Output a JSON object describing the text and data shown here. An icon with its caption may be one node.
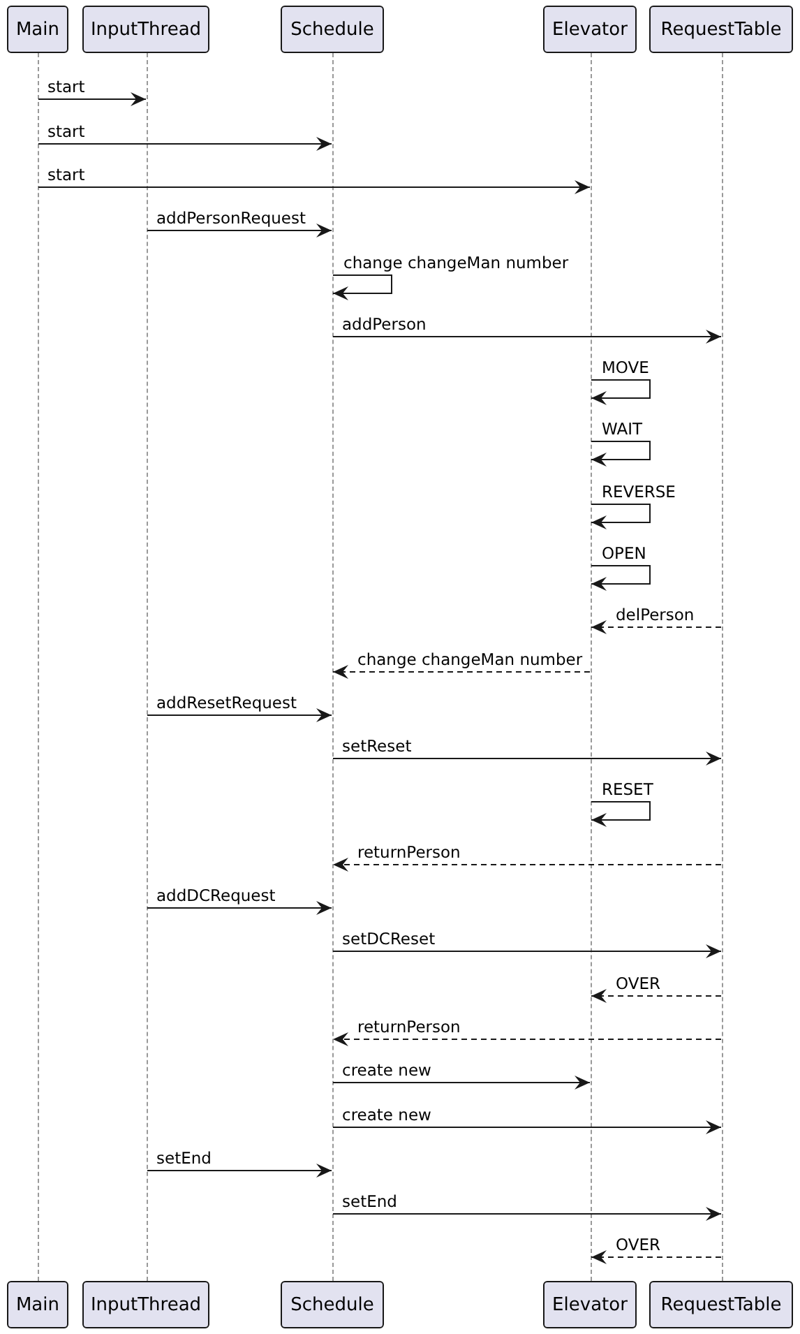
{
  "diagram": {
    "nodes": [
      {
        "text": [
          "Main"
        ]
      },
      {
        "text": [
          "InputThread"
        ]
      },
      {
        "text": [
          "Schedule"
        ]
      },
      {
        "text": [
          "Elevator"
        ]
      },
      {
        "text": [
          "RequestTable"
        ]
      },
      {
        "text": [],
        "shape": "line"
      },
      {
        "text": [],
        "shape": "line"
      },
      {
        "text": [],
        "shape": "line"
      },
      {
        "text": [],
        "shape": "line"
      },
      {
        "text": [],
        "shape": "line"
      },
      {
        "text": [
          "Main"
        ]
      },
      {
        "text": [
          "InputThread"
        ]
      },
      {
        "text": [
          "Schedule"
        ]
      },
      {
        "text": [
          "Elevator"
        ]
      },
      {
        "text": [
          "RequestTable"
        ]
      }
    ],
    "edges": [
      {
        "from": 5,
        "to": 6,
        "arrow": "to",
        "label": "start"
      },
      {
        "from": 5,
        "to": 7,
        "arrow": "to",
        "label": "start"
      },
      {
        "from": 5,
        "to": 8,
        "arrow": "to",
        "label": "start"
      },
      {
        "from": 6,
        "to": 7,
        "arrow": "to",
        "label": "addPersonRequest"
      },
      {
        "from": 7,
        "to": 7,
        "arrow": "to",
        "label": "change changeMan number"
      },
      {
        "from": 7,
        "to": 9,
        "arrow": "to",
        "label": "addPerson"
      },
      {
        "from": 8,
        "to": 8,
        "arrow": "to",
        "label": "MOVE"
      },
      {
        "from": 8,
        "to": 8,
        "arrow": "to",
        "label": "WAIT"
      },
      {
        "from": 8,
        "to": 8,
        "arrow": "to",
        "label": "REVERSE"
      },
      {
        "from": 8,
        "to": 8,
        "arrow": "to",
        "label": "OPEN"
      },
      {
        "from": 9,
        "to": 8,
        "arrow": "to",
        "label": "delPerson",
        "style": "dashed"
      },
      {
        "from": 8,
        "to": 7,
        "arrow": "to",
        "label": "change changeMan number",
        "style": "dashed"
      },
      {
        "from": 6,
        "to": 7,
        "arrow": "to",
        "label": "addResetRequest"
      },
      {
        "from": 7,
        "to": 9,
        "arrow": "to",
        "label": "setReset"
      },
      {
        "from": 8,
        "to": 8,
        "arrow": "to",
        "label": "RESET"
      },
      {
        "from": 9,
        "to": 7,
        "arrow": "to",
        "label": "returnPerson",
        "style": "dashed"
      },
      {
        "from": 6,
        "to": 7,
        "arrow": "to",
        "label": "addDCRequest"
      },
      {
        "from": 7,
        "to": 9,
        "arrow": "to",
        "label": "setDCReset"
      },
      {
        "from": 9,
        "to": 8,
        "arrow": "to",
        "label": "OVER",
        "style": "dashed"
      },
      {
        "from": 9,
        "to": 7,
        "arrow": "to",
        "label": "returnPerson",
        "style": "dashed"
      },
      {
        "from": 7,
        "to": 8,
        "arrow": "to",
        "label": "create new"
      },
      {
        "from": 7,
        "to": 9,
        "arrow": "to",
        "label": "create new"
      },
      {
        "from": 6,
        "to": 7,
        "arrow": "to",
        "label": "setEnd"
      },
      {
        "from": 7,
        "to": 9,
        "arrow": "to",
        "label": "setEnd"
      },
      {
        "from": 9,
        "to": 8,
        "arrow": "to",
        "label": "OVER",
        "style": "dashed"
      }
    ]
  }
}
